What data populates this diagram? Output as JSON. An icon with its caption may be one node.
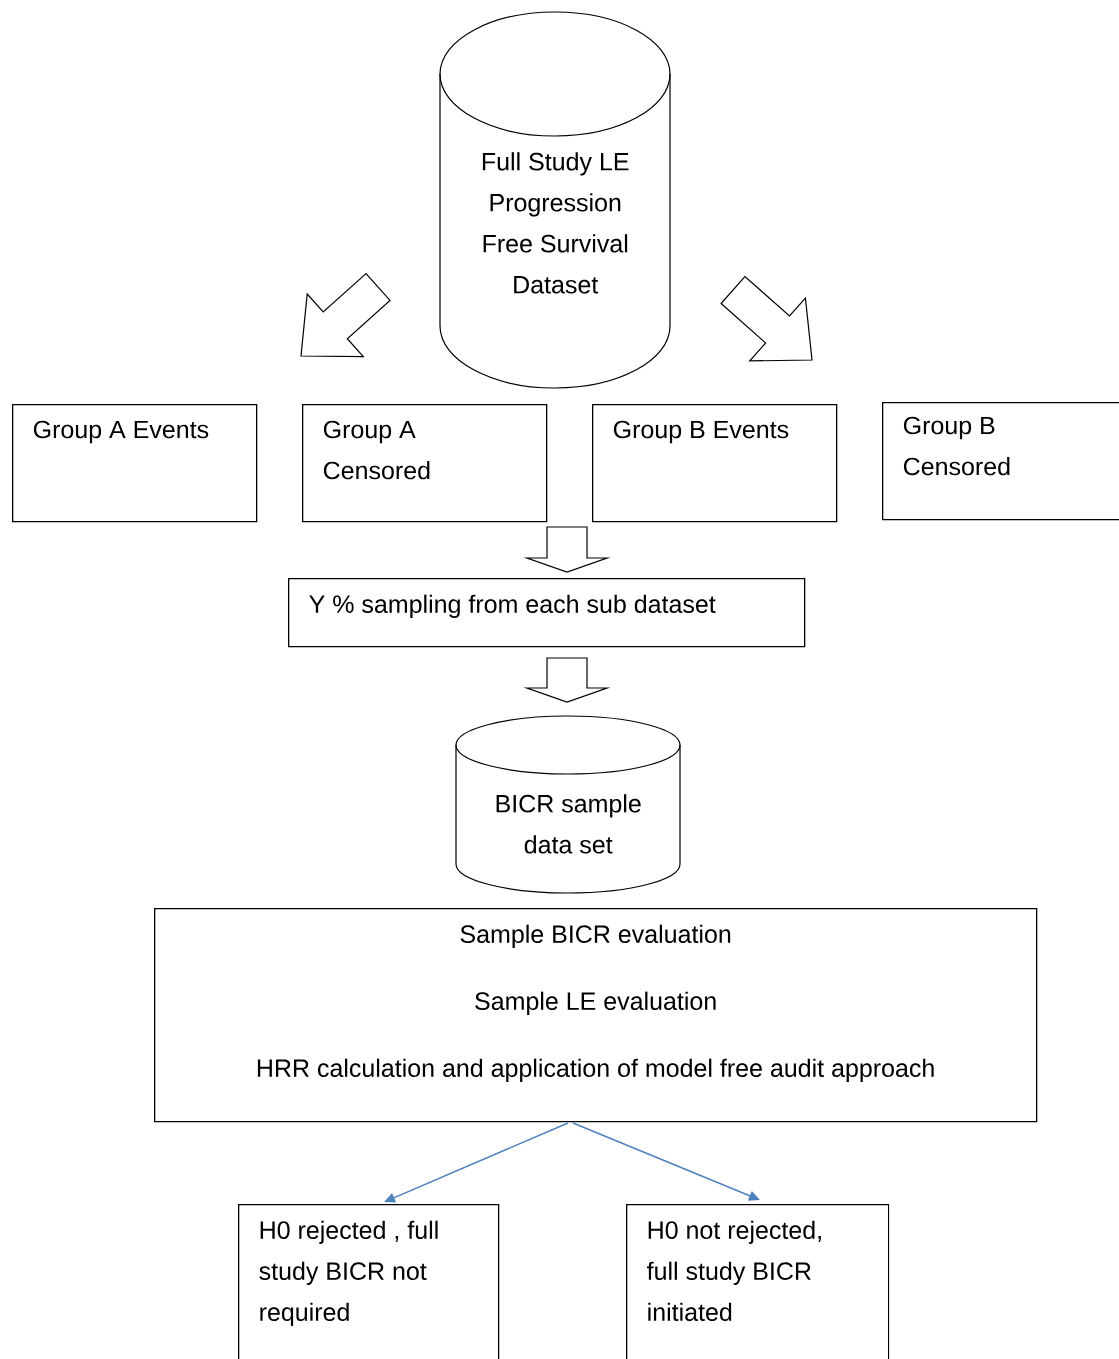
{
  "diagram": {
    "nodes": [
      {
        "text": [
          "Full Study LE Progression Free Survival Dataset"
        ]
      },
      {
        "text": [
          "Group A Events"
        ]
      },
      {
        "text": [
          "Group A Censored"
        ]
      },
      {
        "text": [
          "Group B Events"
        ]
      },
      {
        "text": [
          "Group B Censored"
        ]
      },
      {
        "text": [
          "Y % sampling from each sub dataset"
        ]
      },
      {
        "text": [
          "BICR sample data set"
        ]
      },
      {
        "text": [
          "Sample BICR evaluation",
          "Sample LE evaluation",
          "HRR calculation and application of model free audit approach"
        ]
      },
      {
        "text": [
          "H0 rejected , full study BICR not required"
        ]
      },
      {
        "text": [
          "H0 not rejected, full study BICR initiated"
        ]
      }
    ],
    "edges": [
      {
        "from": 0,
        "to": 2,
        "arrow": "to"
      },
      {
        "from": 0,
        "to": 3,
        "arrow": "to"
      },
      {
        "from": null,
        "to": 5,
        "arrow": "to"
      },
      {
        "from": 5,
        "to": 6,
        "arrow": "to"
      },
      {
        "from": 7,
        "to": 8,
        "arrow": "to",
        "color": "#4f81bd"
      },
      {
        "from": 7,
        "to": 9,
        "arrow": "to",
        "color": "#4f81bd"
      }
    ]
  }
}
